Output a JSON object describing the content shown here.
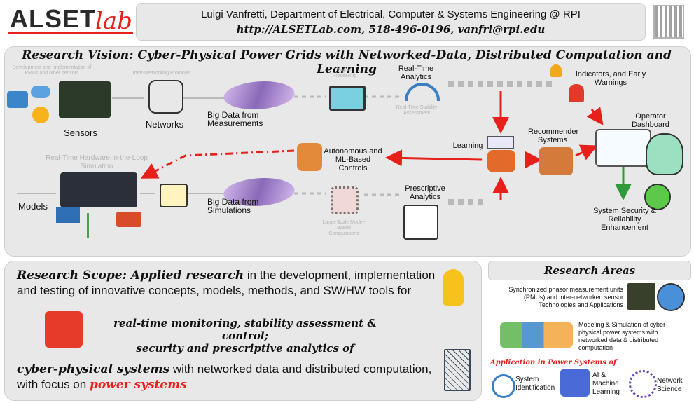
{
  "header": {
    "logo_main": "ALSET",
    "logo_sub": "lab",
    "line1": "Luigi Vanfretti, Department of Electrical, Computer & Systems Engineering @ RPI",
    "line2": "http://ALSETLab.com, 518-496-0196, vanfrl@rpi.edu"
  },
  "vision": {
    "title": "Research Vision: Cyber-Physical Power Grids with Networked-Data, Distributed Computation and Learning",
    "dev_impl": "Development and Implementation of PMUs and other sensors",
    "inter_net": "Inter-Networking Protocols",
    "sensors": "Sensors",
    "networks": "Networks",
    "big_data_meas": "Big Data from Measurements",
    "signal_proc": "Signal Processing",
    "rt_analytics": "Real-Time Analytics",
    "rt_stability": "Real-Time Stability Assessment",
    "indicators": "Indicators, and Early Warnings",
    "operator": "Operator Dashboard",
    "learning": "Learning",
    "recommender": "Recommender Systems",
    "autonomous": "Autonomous and ML-Based Controls",
    "hil": "Real-Time Hardware-in-the-Loop Simulation",
    "models": "Models",
    "big_data_sim": "Big Data from Simulations",
    "large_scale": "Large-Scale Model-Based Computations",
    "prescriptive": "Prescriptive Analytics",
    "sys_security": "System Security & Reliability Enhancement"
  },
  "scope": {
    "lead": "Research Scope: Applied research",
    "text1": " in the development, implementation and testing of innovative concepts, models, methods, and SW/HW tools for",
    "mid1": "real-time monitoring, stability assessment & control;",
    "mid2": "security and prescriptive analytics of",
    "cps": "cyber-physical systems",
    "text2": " with networked data and distributed computation, with focus on ",
    "power": "power systems"
  },
  "areas": {
    "title": "Research Areas",
    "a1": "Synchronized phasor measurement units (PMUs) and inter-networked sensor Technologies and Applications",
    "a2": "Modeling & Simulation of cyber-physical power systems with networked data & distributed computation",
    "app": "Application in Power Systems of",
    "sysid": "System Identification",
    "aiml": "AI & Machine Learning",
    "netsci": "Network Science"
  },
  "colors": {
    "panel": "#e8e8e8",
    "red": "#e8201c",
    "green": "#2f9a3a",
    "gray_line": "#b9b9b9"
  }
}
